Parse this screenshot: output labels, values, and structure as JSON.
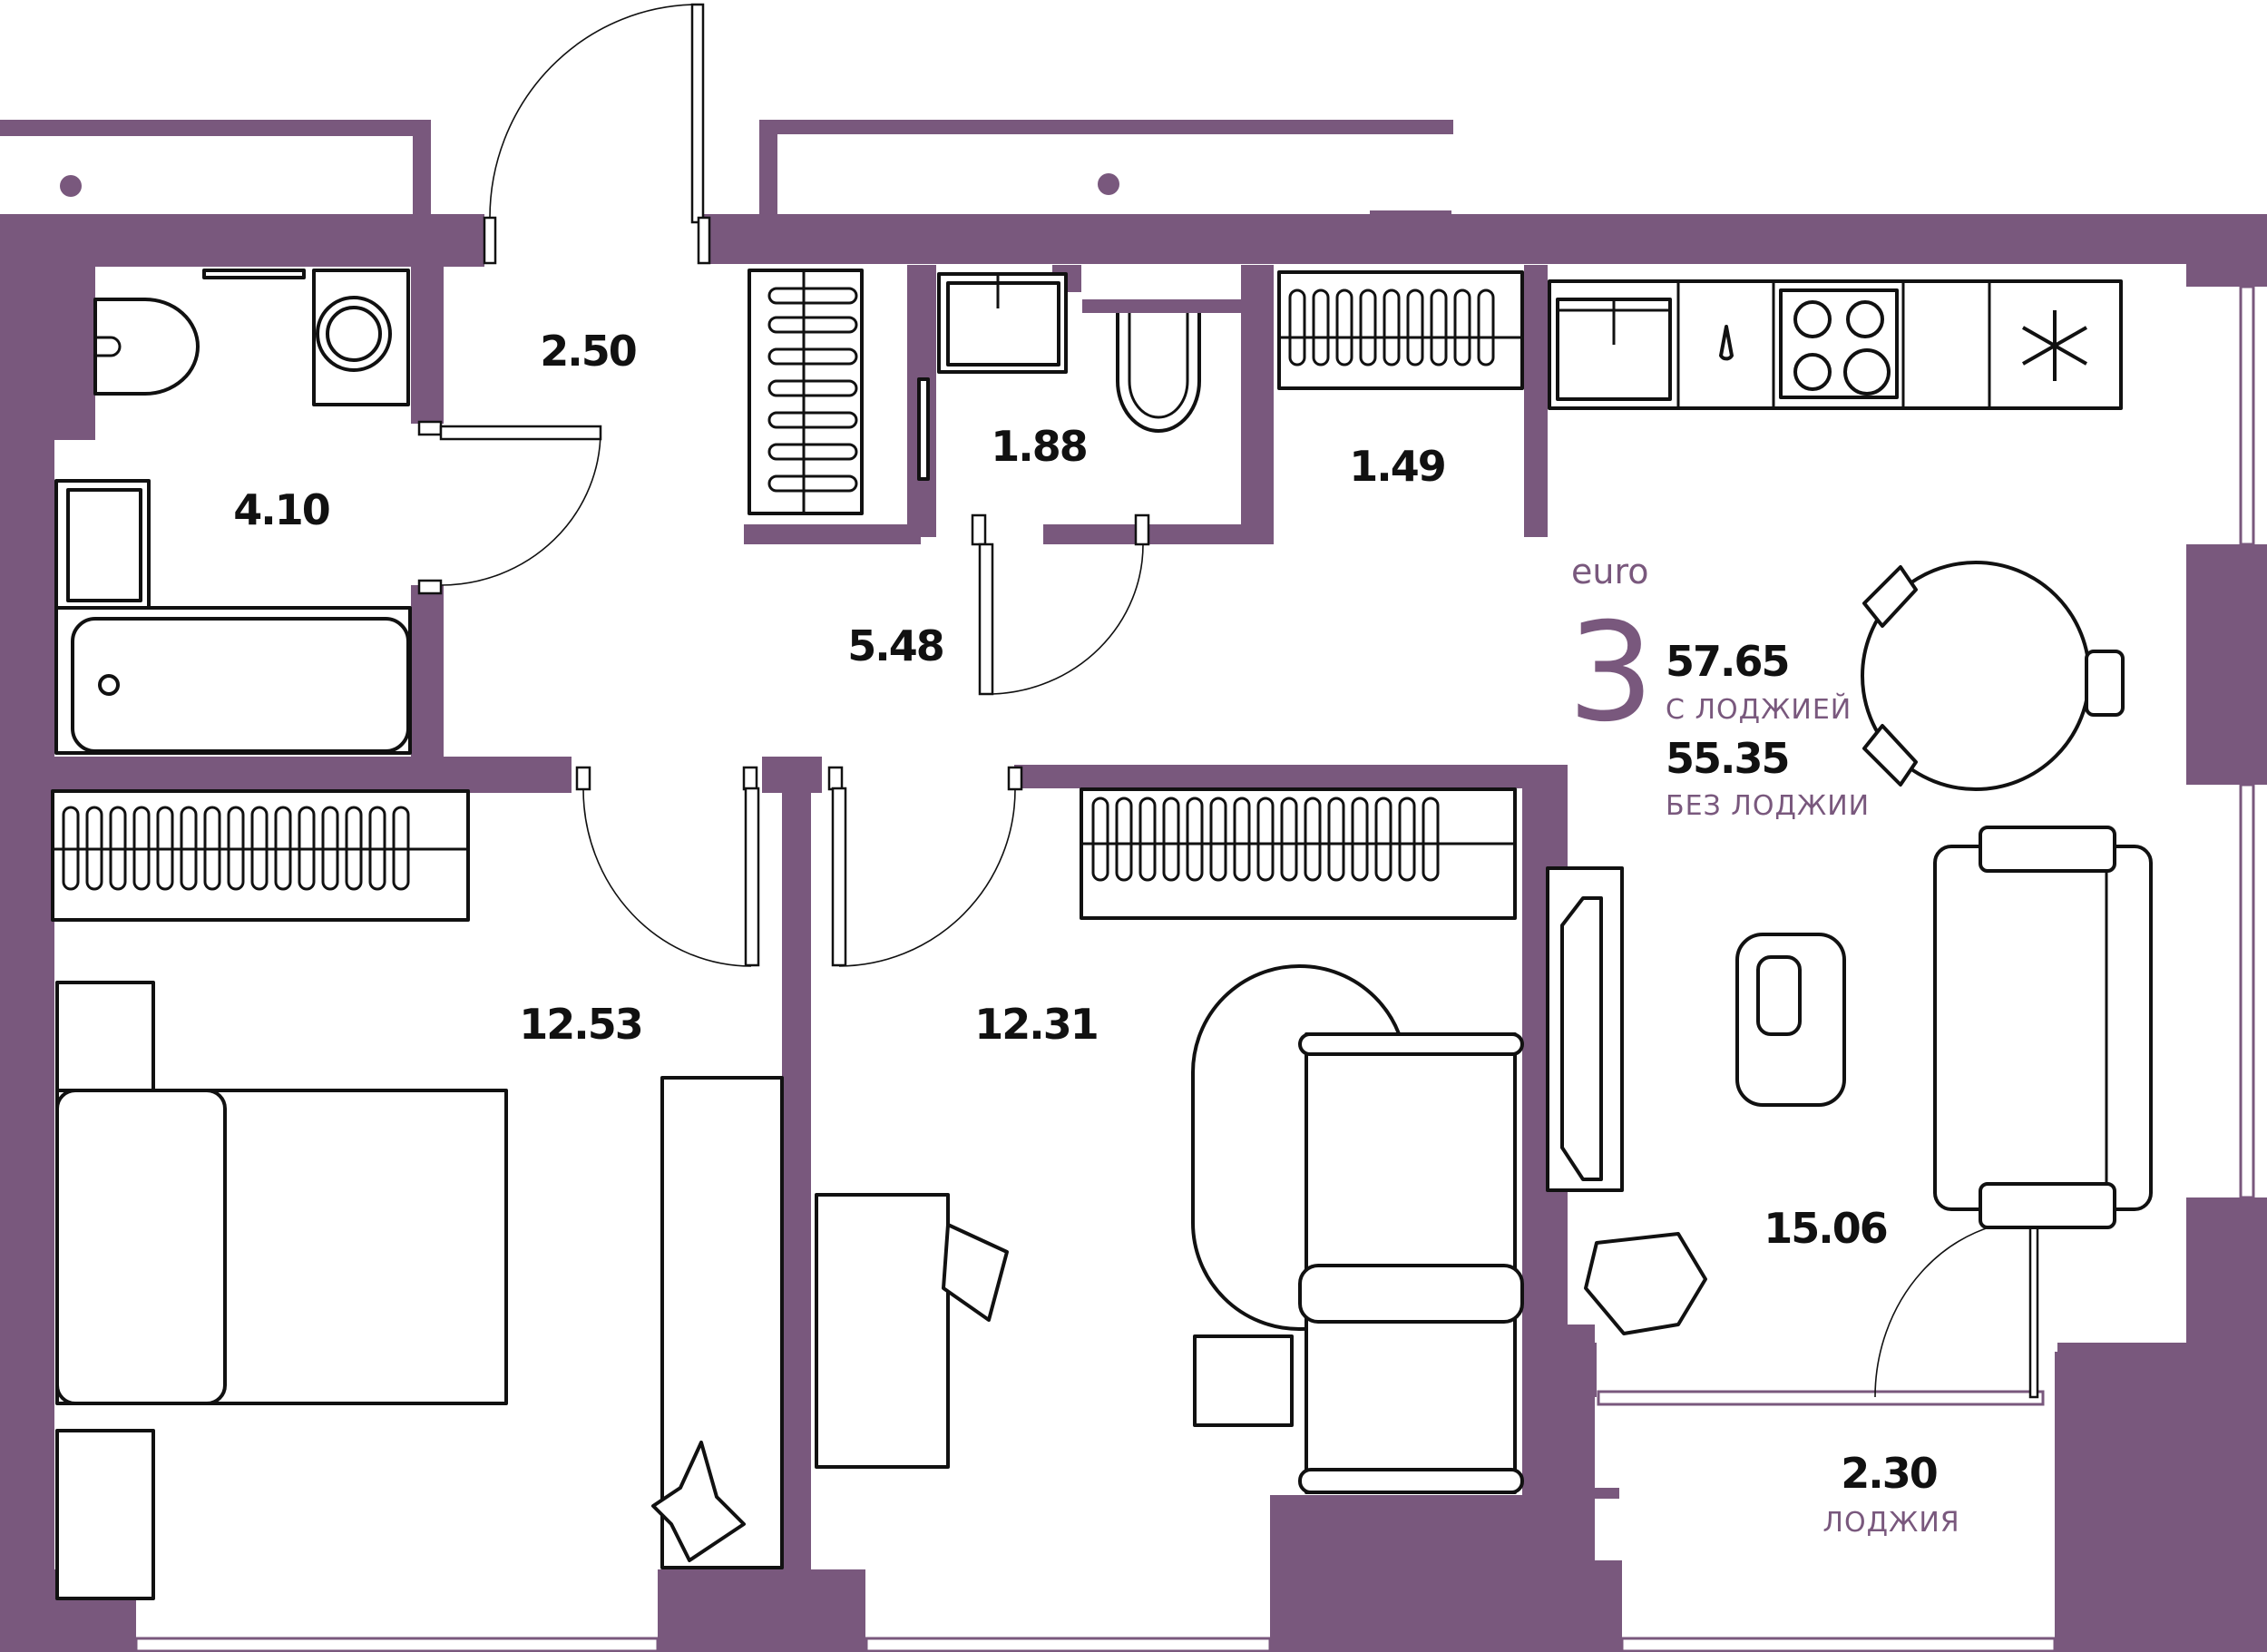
{
  "plan": {
    "layout_type": "euro",
    "rooms_count": "3",
    "total_area": {
      "with_loggia": "57.65",
      "with_loggia_label": "С ЛОДЖИЕЙ",
      "without_loggia": "55.35",
      "without_loggia_label": "БЕЗ ЛОДЖИИ"
    },
    "colors": {
      "wall": "#79587d",
      "accent_text": "#79587d",
      "line": "#111111",
      "background": "#ffffff"
    },
    "rooms": [
      {
        "id": "bathroom",
        "area": "4.10"
      },
      {
        "id": "entrance-vestibule",
        "area": "2.50"
      },
      {
        "id": "hallway",
        "area": "5.48"
      },
      {
        "id": "wc",
        "area": "1.88"
      },
      {
        "id": "wardrobe",
        "area": "1.49"
      },
      {
        "id": "bedroom-left",
        "area": "12.53"
      },
      {
        "id": "bedroom-middle",
        "area": "12.31"
      },
      {
        "id": "kitchen-living",
        "area": "15.06"
      },
      {
        "id": "loggia",
        "area": "2.30",
        "label": "ЛОДЖИЯ"
      }
    ],
    "fixtures": {
      "kitchen_icons": [
        "sink-icon",
        "water-drop-icon",
        "cooktop-icon",
        "snowflake-icon"
      ]
    }
  }
}
